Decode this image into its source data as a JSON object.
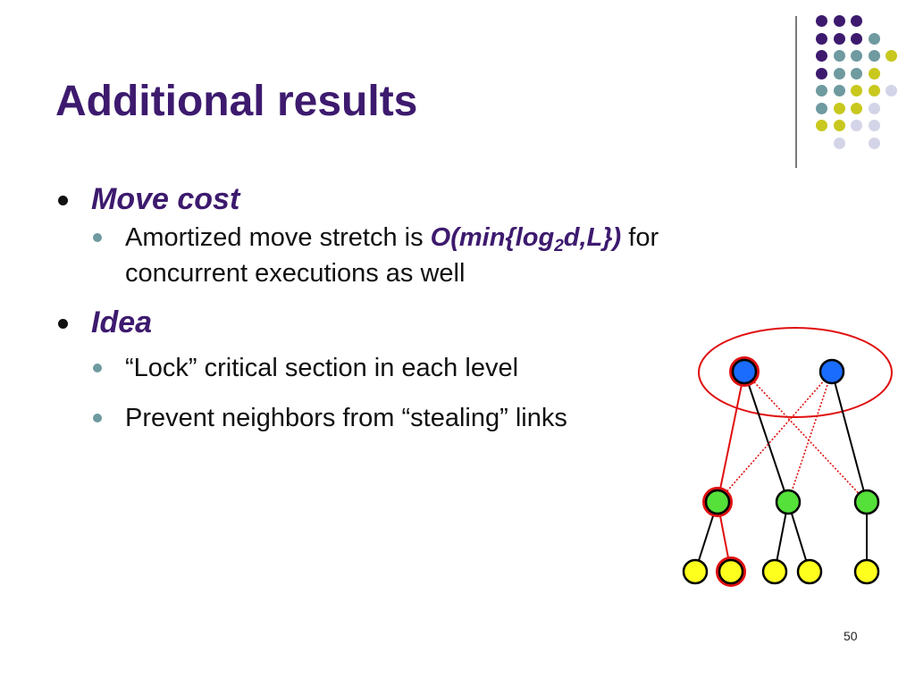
{
  "slide": {
    "title": "Additional results",
    "bullets": [
      {
        "label": "Move cost",
        "sub": [
          {
            "pre": "Amortized move stretch is ",
            "emph_a": "O(min{log",
            "emph_sub": "2",
            "emph_b": "d,L})",
            "post_line1": " for",
            "line2": "concurrent executions as well"
          }
        ]
      },
      {
        "label": "Idea",
        "sub": [
          {
            "text": "“Lock” critical section in each level"
          },
          {
            "text": "Prevent neighbors from “stealing” links"
          }
        ]
      }
    ],
    "page_number": "50"
  },
  "colors": {
    "title": "#3d1a6e",
    "dot_purple": "#3d1a6e",
    "dot_teal": "#6e9aa0",
    "dot_yellow": "#c8c81e",
    "dot_lavender": "#d4d4e8",
    "node_blue": "#1a6cff",
    "node_green": "#55e03a",
    "node_yellow": "#ffff1e",
    "highlight_red": "#e01010"
  },
  "diagram": {
    "levels": 3,
    "nodes": [
      {
        "id": "top-left",
        "level": "top",
        "color": "blue",
        "highlighted": true
      },
      {
        "id": "top-right",
        "level": "top",
        "color": "blue",
        "highlighted": false
      },
      {
        "id": "mid-left",
        "level": "middle",
        "color": "green",
        "highlighted": true
      },
      {
        "id": "mid-center",
        "level": "middle",
        "color": "green",
        "highlighted": false
      },
      {
        "id": "mid-right",
        "level": "middle",
        "color": "green",
        "highlighted": false
      },
      {
        "id": "leaf-1",
        "level": "bottom",
        "color": "yellow",
        "highlighted": false
      },
      {
        "id": "leaf-2",
        "level": "bottom",
        "color": "yellow",
        "highlighted": true
      },
      {
        "id": "leaf-3",
        "level": "bottom",
        "color": "yellow",
        "highlighted": false
      },
      {
        "id": "leaf-4",
        "level": "bottom",
        "color": "yellow",
        "highlighted": false
      },
      {
        "id": "leaf-5",
        "level": "bottom",
        "color": "yellow",
        "highlighted": false
      }
    ],
    "edges": [
      {
        "from": "top-left",
        "to": "mid-left",
        "style": "solid",
        "color": "red"
      },
      {
        "from": "top-left",
        "to": "mid-center",
        "style": "solid",
        "color": "black"
      },
      {
        "from": "top-left",
        "to": "mid-right",
        "style": "dotted",
        "color": "red"
      },
      {
        "from": "top-right",
        "to": "mid-left",
        "style": "dotted",
        "color": "red"
      },
      {
        "from": "top-right",
        "to": "mid-center",
        "style": "dotted",
        "color": "red"
      },
      {
        "from": "top-right",
        "to": "mid-right",
        "style": "solid",
        "color": "black"
      },
      {
        "from": "mid-left",
        "to": "leaf-1",
        "style": "solid",
        "color": "black"
      },
      {
        "from": "mid-left",
        "to": "leaf-2",
        "style": "solid",
        "color": "red"
      },
      {
        "from": "mid-center",
        "to": "leaf-3",
        "style": "solid",
        "color": "black"
      },
      {
        "from": "mid-center",
        "to": "leaf-4",
        "style": "solid",
        "color": "black"
      },
      {
        "from": "mid-right",
        "to": "leaf-5",
        "style": "solid",
        "color": "black"
      }
    ]
  }
}
